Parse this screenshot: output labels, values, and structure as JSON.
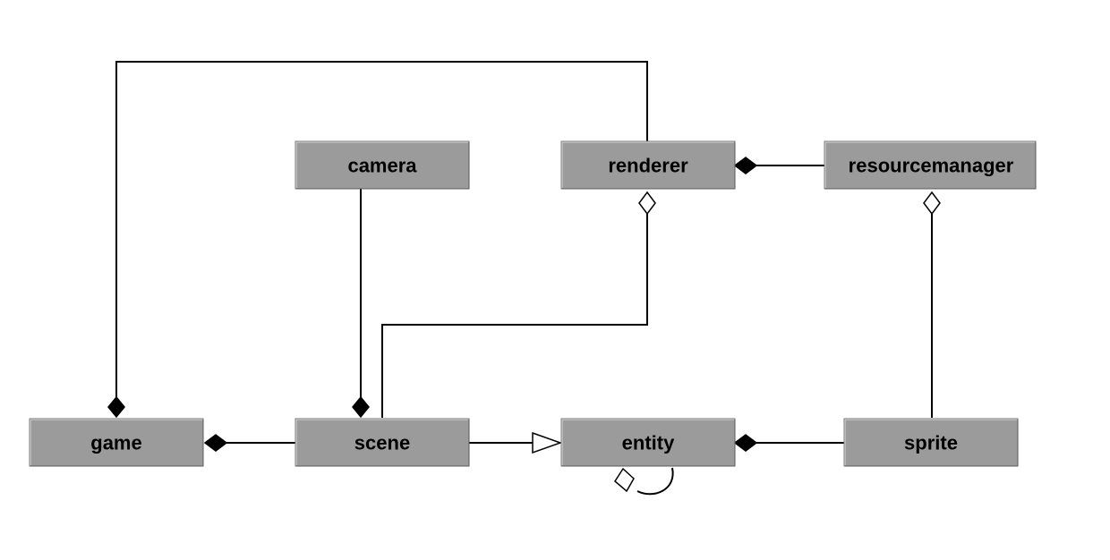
{
  "diagram": {
    "type": "uml-class-diagram",
    "box_fill": "#9b9b9b",
    "line_color": "#000000",
    "classes": {
      "game": "game",
      "scene": "scene",
      "camera": "camera",
      "renderer": "renderer",
      "resourcemanager": "resourcemanager",
      "entity": "entity",
      "sprite": "sprite"
    },
    "relations": [
      {
        "from": "scene",
        "to": "game",
        "kind": "composition"
      },
      {
        "from": "renderer",
        "to": "game",
        "kind": "composition"
      },
      {
        "from": "camera",
        "to": "scene",
        "kind": "composition"
      },
      {
        "from": "resourcemanager",
        "to": "renderer",
        "kind": "composition"
      },
      {
        "from": "scene",
        "to": "renderer",
        "kind": "aggregation"
      },
      {
        "from": "sprite",
        "to": "resourcemanager",
        "kind": "aggregation"
      },
      {
        "from": "scene",
        "to": "entity",
        "kind": "generalization"
      },
      {
        "from": "sprite",
        "to": "entity",
        "kind": "composition"
      },
      {
        "from": "entity",
        "to": "entity",
        "kind": "aggregation"
      }
    ]
  }
}
